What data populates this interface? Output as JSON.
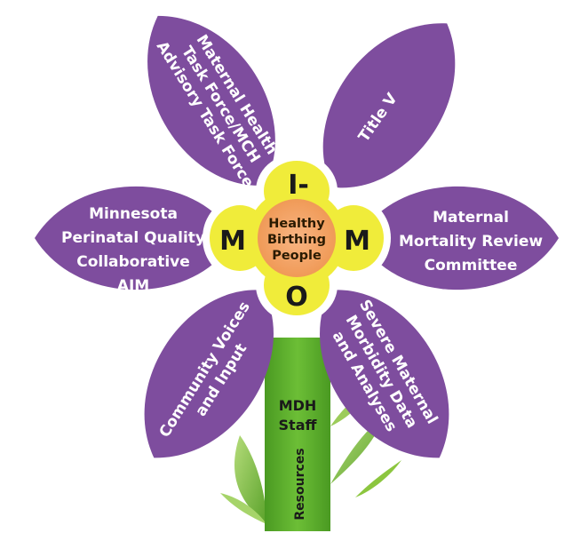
{
  "center": {
    "lines": [
      "Healthy",
      "Birthing",
      "People"
    ]
  },
  "ring_letters": {
    "top": "I-",
    "left": "M",
    "right": "M",
    "bottom": "O"
  },
  "petals": {
    "top_left": [
      "Maternal Health",
      "Task Force/MCH",
      "Advisory Task Force"
    ],
    "top_right": [
      "Title V"
    ],
    "left": [
      "Minnesota",
      "Perinatal Quality",
      "Collaborative",
      "AIM"
    ],
    "right": [
      "Maternal",
      "Mortality Review",
      "Committee"
    ],
    "bottom_left": [
      "Community Voices",
      "and Input"
    ],
    "bottom_right": [
      "Severe Maternal",
      "Morbidity Data",
      "and Analyses"
    ]
  },
  "stem": {
    "lines": [
      "MDH",
      "Staff"
    ],
    "resources": "Resources"
  },
  "colors": {
    "petal": "#7e4d9e",
    "ring": "#f0ec3a",
    "center": "#f5a66a",
    "stem": "#5aaa2c",
    "leaf": "#8cc63f"
  }
}
